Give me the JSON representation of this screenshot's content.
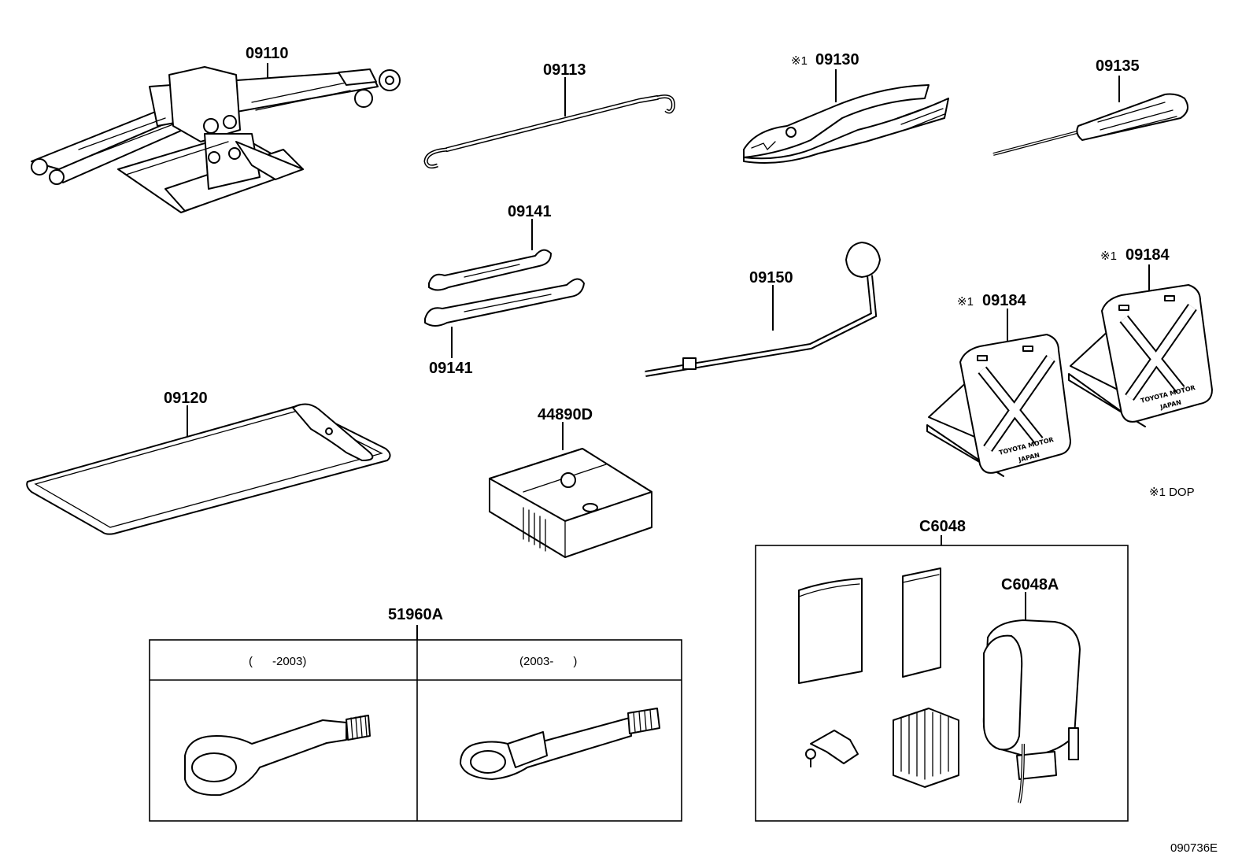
{
  "labels": {
    "jack": "09110",
    "jack_handle": "09113",
    "pliers_mark": "※1",
    "pliers": "09130",
    "screwdriver": "09135",
    "wrench_top": "09141",
    "wrench_bottom": "09141",
    "wheel_wrench": "09150",
    "chock_left_mark": "※1",
    "chock_left": "09184",
    "chock_right_mark": "※1",
    "chock_right": "09184",
    "tool_bag": "09120",
    "repair_case": "44890D",
    "dop_note": "※1 DOP",
    "repair_kit": "C6048",
    "compressor": "C6048A",
    "towing_eye": "51960A",
    "towing_eye_period_1": "(      -2003)",
    "towing_eye_period_2": "(2003-      )",
    "diagram_code": "090736E"
  },
  "chock_stamp": {
    "line1": "TOYOTA MOTOR",
    "line2": "JAPAN"
  }
}
